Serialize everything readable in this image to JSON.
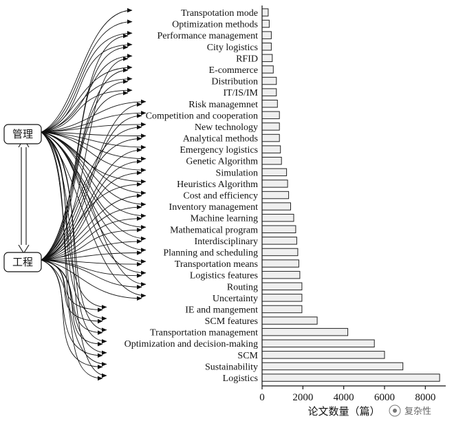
{
  "nodes": {
    "top": "管理",
    "bottom": "工程"
  },
  "watermark": "复杂性",
  "chart_data": {
    "type": "bar",
    "orientation": "horizontal",
    "xlabel": "论文数量（篇）",
    "xlim": [
      0,
      9000
    ],
    "xticks": [
      0,
      2000,
      4000,
      6000,
      8000
    ],
    "categories": [
      "Transpotation mode",
      "Optimization methods",
      "Performance management",
      "City logistics",
      "RFID",
      "E-commerce",
      "Distribution",
      "IT/IS/IM",
      "Risk managemnet",
      "Competition and cooperation",
      "New technology",
      "Analytical methods",
      "Emergency logistics",
      "Genetic Algorithm",
      "Simulation",
      "Heuristics Algorithm",
      "Cost and efficiency",
      "Inventory management",
      "Machine learning",
      "Mathematical program",
      "Interdisciplinary",
      "Planning and scheduling",
      "Transportation means",
      "Logistics features",
      "Routing",
      "Uncertainty",
      "IE and mangement",
      "SCM features",
      "Transportation management",
      "Optimization and decision-making",
      "SCM",
      "Sustainability",
      "Logistics"
    ],
    "values": [
      300,
      350,
      450,
      450,
      500,
      550,
      700,
      700,
      750,
      850,
      850,
      850,
      900,
      950,
      1200,
      1250,
      1300,
      1400,
      1550,
      1650,
      1700,
      1750,
      1800,
      1850,
      1950,
      1950,
      1950,
      2700,
      4200,
      5500,
      6000,
      6900,
      8700
    ],
    "grid": false,
    "legend": "none"
  }
}
